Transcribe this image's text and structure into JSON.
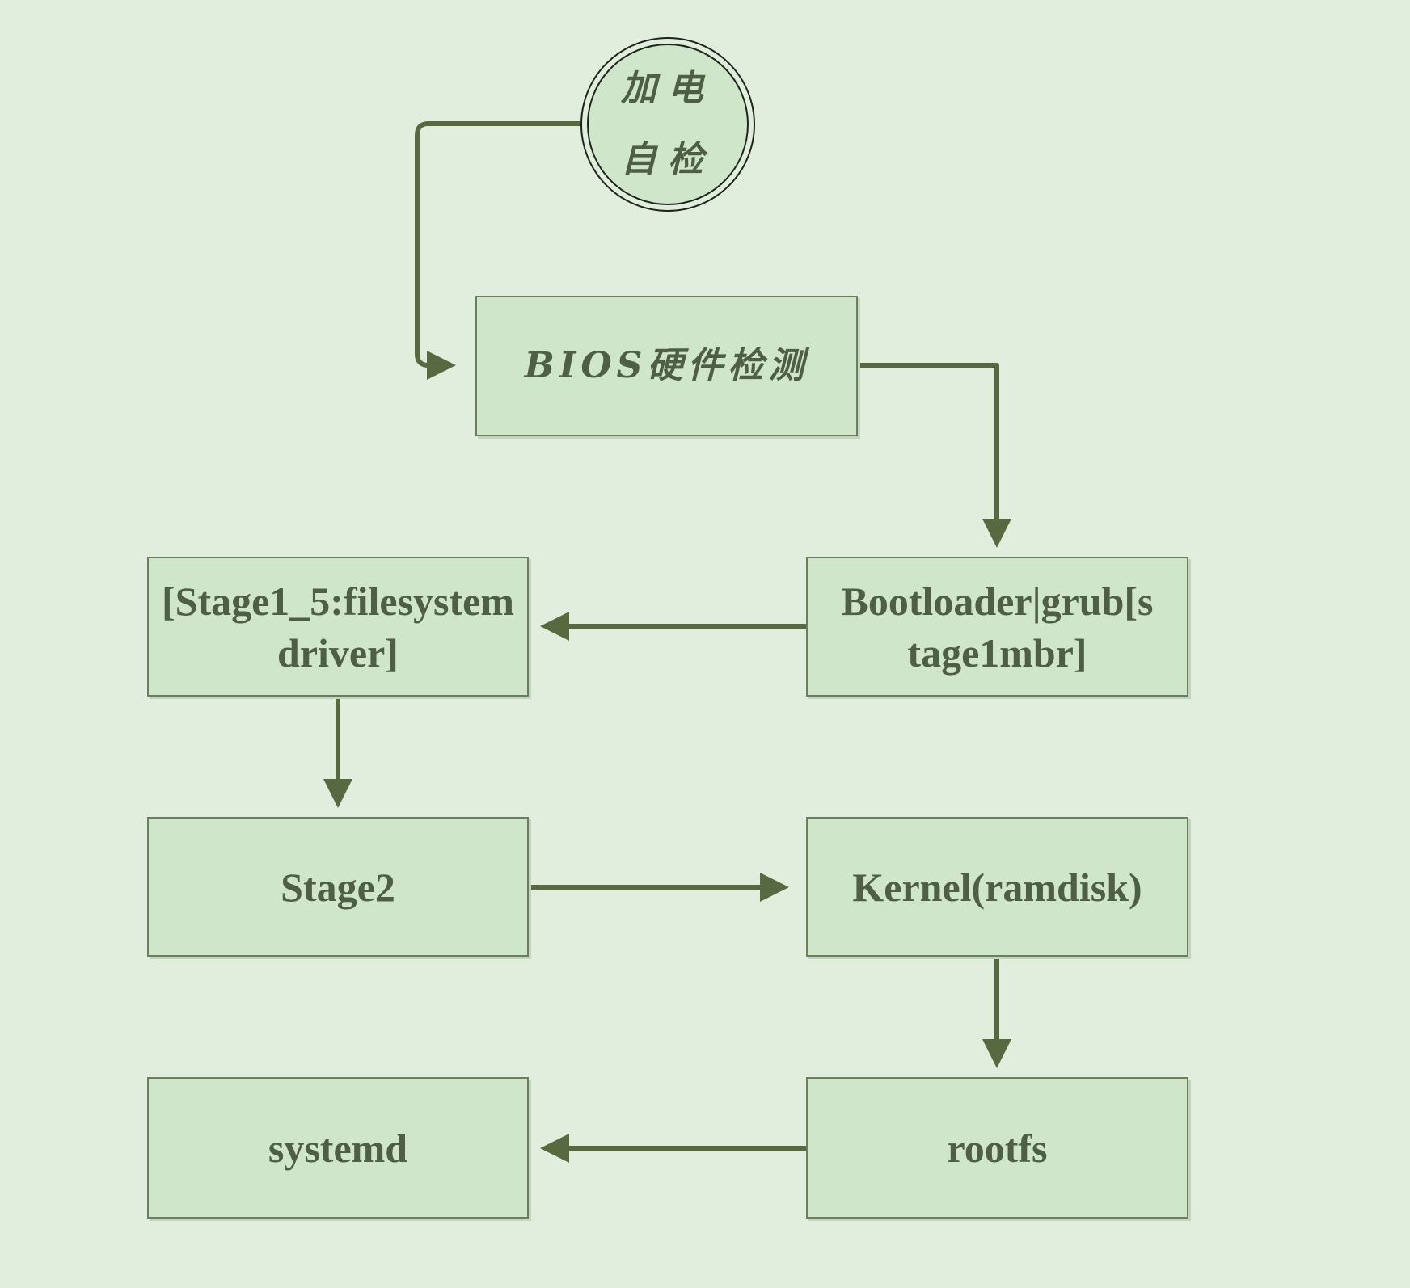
{
  "diagram": {
    "start": {
      "label": "加电自检"
    },
    "nodes": {
      "bios": "BIOS硬件检测",
      "bootloader": "Bootloader|grub[stage1mbr]",
      "stage1_5": "[Stage1_5:filesystem driver]",
      "stage2": "Stage2",
      "kernel": "Kernel(ramdisk)",
      "rootfs": "rootfs",
      "systemd": "systemd"
    },
    "edges": [
      {
        "from": "start",
        "to": "bios"
      },
      {
        "from": "bios",
        "to": "bootloader"
      },
      {
        "from": "bootloader",
        "to": "stage1_5"
      },
      {
        "from": "stage1_5",
        "to": "stage2"
      },
      {
        "from": "stage2",
        "to": "kernel"
      },
      {
        "from": "kernel",
        "to": "rootfs"
      },
      {
        "from": "rootfs",
        "to": "systemd"
      }
    ],
    "colors": {
      "background": "#e1eedd",
      "node_fill": "#d0e6ca",
      "node_border": "#6b7f5c",
      "connector": "#56693f",
      "text": "#4e5f43"
    }
  }
}
